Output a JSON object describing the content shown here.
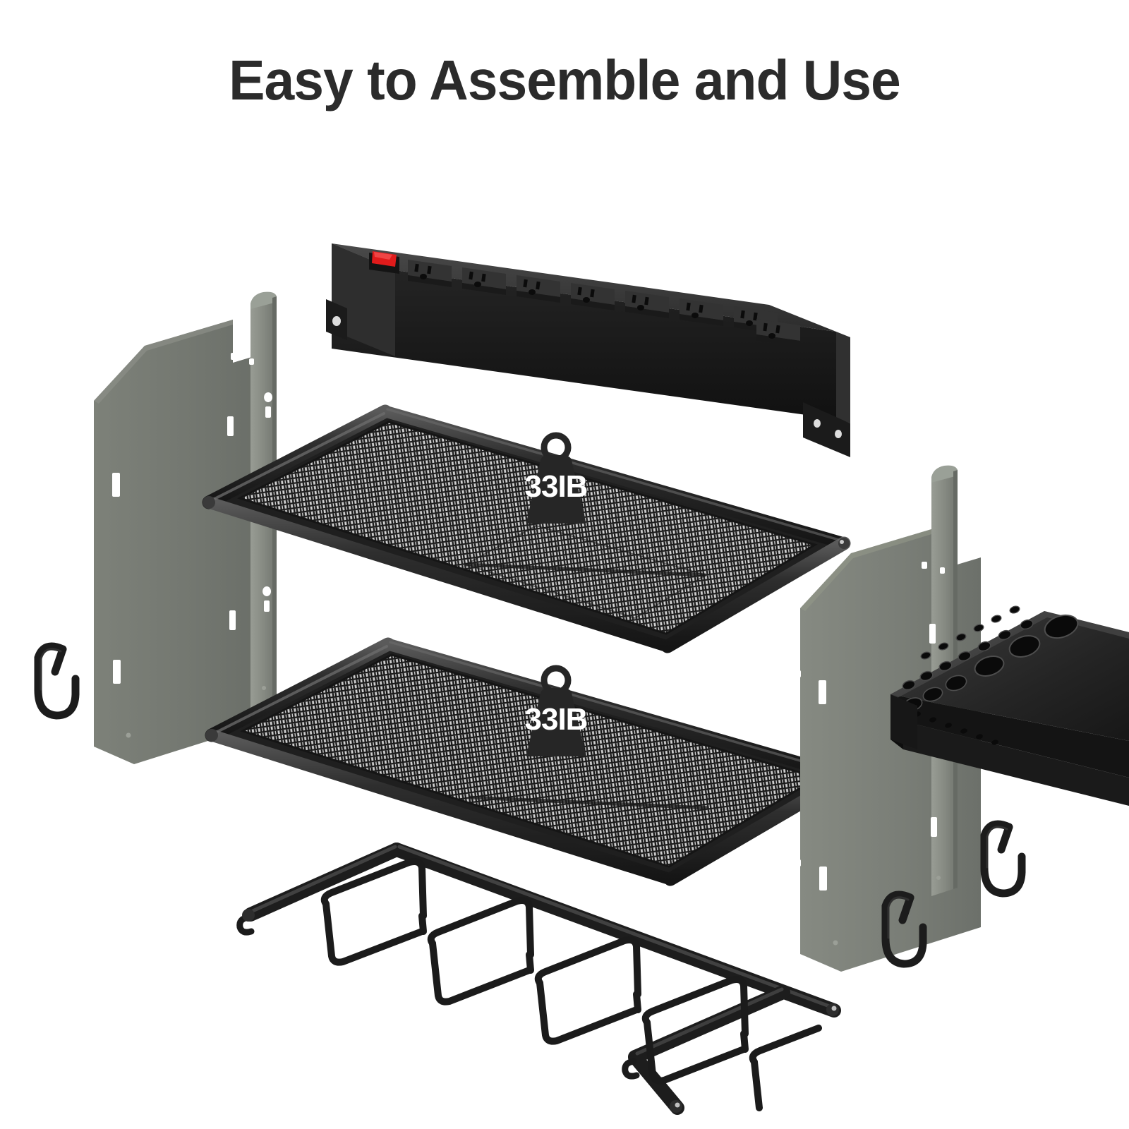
{
  "page": {
    "background_color": "#ffffff",
    "title": "Easy to Assemble and Use",
    "title_color": "#2b2b2b"
  },
  "colors": {
    "panel_gray": "#737770",
    "panel_gray_light": "#8a8e86",
    "panel_gray_dark": "#5f635d",
    "metal_black": "#1e1e1e",
    "metal_black_light": "#3a3a3a",
    "metal_black_mid": "#2a2a2a",
    "switch_red": "#e01b1b",
    "mesh_light": "#d9d9d9",
    "badge_dark": "#262626",
    "badge_text": "#ffffff"
  },
  "components": [
    {
      "id": "power-strip",
      "name": "Power strip with mounting bracket",
      "outlet_count": 8,
      "switch": {
        "name": "rocker-switch",
        "color": "#e01b1b",
        "state": "on"
      }
    },
    {
      "id": "left-side-panel",
      "name": "Left gray steel side panel",
      "color": "#737770"
    },
    {
      "id": "right-side-panel",
      "name": "Right gray steel side panel",
      "color": "#737770"
    },
    {
      "id": "shelf-top",
      "name": "Top mesh shelf",
      "capacity_label": "33IB"
    },
    {
      "id": "shelf-bottom",
      "name": "Bottom mesh shelf",
      "capacity_label": "33IB"
    },
    {
      "id": "tool-holder-tray",
      "name": "Screwdriver and bit holder tray"
    },
    {
      "id": "wire-tool-rack",
      "name": "Wire power tool holder rack",
      "slot_count": 5
    },
    {
      "id": "s-hook-left",
      "name": "S-hook (left)"
    },
    {
      "id": "s-hook-right-upper",
      "name": "S-hook (right upper)"
    },
    {
      "id": "s-hook-right-lower",
      "name": "S-hook (right lower)"
    }
  ],
  "badges": {
    "shelf_top": {
      "label": "33IB",
      "icon": "weight-icon"
    },
    "shelf_bottom": {
      "label": "33IB",
      "icon": "weight-icon"
    }
  }
}
